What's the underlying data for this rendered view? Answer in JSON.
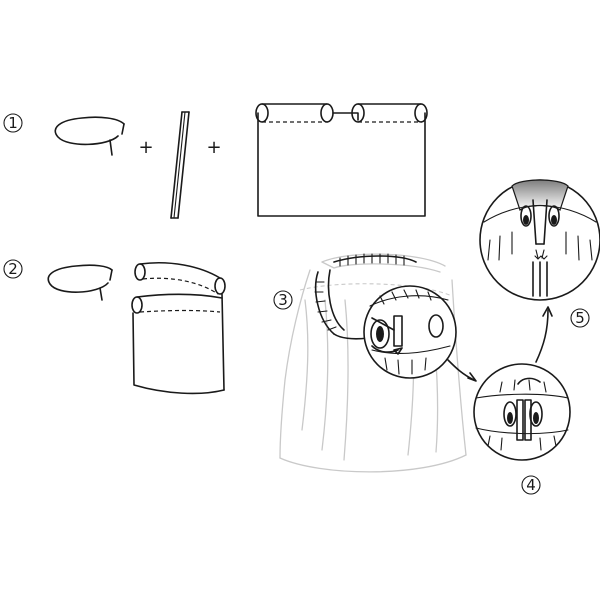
{
  "steps": [
    {
      "id": "1",
      "label": "1"
    },
    {
      "id": "2",
      "label": "2"
    },
    {
      "id": "3",
      "label": "3"
    },
    {
      "id": "4",
      "label": "4"
    },
    {
      "id": "5",
      "label": "5"
    }
  ],
  "operators": {
    "plus": "+"
  },
  "colors": {
    "ink": "#1a1a1a",
    "ghost": "#c9c9c9",
    "background": "#ffffff",
    "shade": "#8f8f8f"
  }
}
